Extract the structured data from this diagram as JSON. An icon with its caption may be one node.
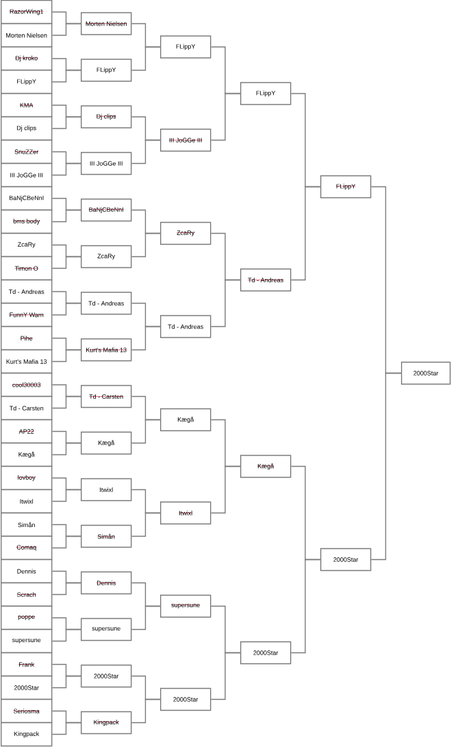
{
  "diagram": {
    "nodes": [
      {
        "text": [
          "RazorWing1"
        ]
      },
      {
        "text": [
          "Morten Nielsen"
        ]
      },
      {
        "text": [
          "Dj kroko"
        ]
      },
      {
        "text": [
          "FLippY"
        ]
      },
      {
        "text": [
          "KMA"
        ]
      },
      {
        "text": [
          "Dj clips"
        ]
      },
      {
        "text": [
          "SnuZZer"
        ]
      },
      {
        "text": [
          "III JoGGe III"
        ]
      },
      {
        "text": [
          "BaNjCBeNnI"
        ]
      },
      {
        "text": [
          "bms body"
        ]
      },
      {
        "text": [
          "ZcaRy"
        ]
      },
      {
        "text": [
          "Timon O"
        ]
      },
      {
        "text": [
          "Td - Andreas"
        ]
      },
      {
        "text": [
          "FunnY Warn"
        ]
      },
      {
        "text": [
          "Pihe"
        ]
      },
      {
        "text": [
          "Kurt's Mafia 13"
        ]
      },
      {
        "text": [
          "cool30003"
        ]
      },
      {
        "text": [
          "Td - Carsten"
        ]
      },
      {
        "text": [
          "AP22"
        ]
      },
      {
        "text": [
          "Kægå"
        ]
      },
      {
        "text": [
          "lovboy"
        ]
      },
      {
        "text": [
          "Itwixl"
        ]
      },
      {
        "text": [
          "Simån"
        ]
      },
      {
        "text": [
          "Comaq"
        ]
      },
      {
        "text": [
          "Dennis"
        ]
      },
      {
        "text": [
          "Scrach"
        ]
      },
      {
        "text": [
          "poppe"
        ]
      },
      {
        "text": [
          "supersune"
        ]
      },
      {
        "text": [
          "Frank"
        ]
      },
      {
        "text": [
          "2000Star"
        ]
      },
      {
        "text": [
          "Seriosma"
        ]
      },
      {
        "text": [
          "Kingpack"
        ]
      },
      {
        "text": [
          "Morten Nielsen"
        ]
      },
      {
        "text": [
          "FLippY"
        ]
      },
      {
        "text": [
          "Dj clips"
        ]
      },
      {
        "text": [
          "III JoGGe III"
        ]
      },
      {
        "text": [
          "BaNjCBeNnI"
        ]
      },
      {
        "text": [
          "ZcaRy"
        ]
      },
      {
        "text": [
          "Td - Andreas"
        ]
      },
      {
        "text": [
          "Kurt's Mafia 13"
        ]
      },
      {
        "text": [
          "Td - Carsten"
        ]
      },
      {
        "text": [
          "Kægå"
        ]
      },
      {
        "text": [
          "Itwixl"
        ]
      },
      {
        "text": [
          "Simån"
        ]
      },
      {
        "text": [
          "Dennis"
        ]
      },
      {
        "text": [
          "supersune"
        ]
      },
      {
        "text": [
          "2000Star"
        ]
      },
      {
        "text": [
          "Kingpack"
        ]
      },
      {
        "text": [
          "FLippY"
        ]
      },
      {
        "text": [
          "III JoGGe III"
        ]
      },
      {
        "text": [
          "ZcaRy"
        ]
      },
      {
        "text": [
          "Td - Andreas"
        ]
      },
      {
        "text": [
          "Kægå"
        ]
      },
      {
        "text": [
          "Itwixl"
        ]
      },
      {
        "text": [
          "supersune"
        ]
      },
      {
        "text": [
          "2000Star"
        ]
      },
      {
        "text": [
          "FLippY"
        ]
      },
      {
        "text": [
          "Td - Andreas"
        ]
      },
      {
        "text": [
          "Kægå"
        ]
      },
      {
        "text": [
          "2000Star"
        ]
      },
      {
        "text": [
          "FLippY"
        ]
      },
      {
        "text": [
          "2000Star"
        ]
      },
      {
        "text": [
          "2000Star"
        ]
      }
    ],
    "edges": [
      {
        "from": 0,
        "to": 32,
        "arrow": "none"
      },
      {
        "from": 1,
        "to": 32,
        "arrow": "none"
      },
      {
        "from": 2,
        "to": 33,
        "arrow": "none"
      },
      {
        "from": 3,
        "to": 33,
        "arrow": "none"
      },
      {
        "from": 4,
        "to": 34,
        "arrow": "none"
      },
      {
        "from": 5,
        "to": 34,
        "arrow": "none"
      },
      {
        "from": 6,
        "to": 35,
        "arrow": "none"
      },
      {
        "from": 7,
        "to": 35,
        "arrow": "none"
      },
      {
        "from": 8,
        "to": 36,
        "arrow": "none"
      },
      {
        "from": 9,
        "to": 36,
        "arrow": "none"
      },
      {
        "from": 10,
        "to": 37,
        "arrow": "none"
      },
      {
        "from": 11,
        "to": 37,
        "arrow": "none"
      },
      {
        "from": 12,
        "to": 38,
        "arrow": "none"
      },
      {
        "from": 13,
        "to": 38,
        "arrow": "none"
      },
      {
        "from": 14,
        "to": 39,
        "arrow": "none"
      },
      {
        "from": 15,
        "to": 39,
        "arrow": "none"
      },
      {
        "from": 16,
        "to": 40,
        "arrow": "none"
      },
      {
        "from": 17,
        "to": 40,
        "arrow": "none"
      },
      {
        "from": 18,
        "to": 41,
        "arrow": "none"
      },
      {
        "from": 19,
        "to": 41,
        "arrow": "none"
      },
      {
        "from": 20,
        "to": 42,
        "arrow": "none"
      },
      {
        "from": 21,
        "to": 42,
        "arrow": "none"
      },
      {
        "from": 22,
        "to": 43,
        "arrow": "none"
      },
      {
        "from": 23,
        "to": 43,
        "arrow": "none"
      },
      {
        "from": 24,
        "to": 44,
        "arrow": "none"
      },
      {
        "from": 25,
        "to": 44,
        "arrow": "none"
      },
      {
        "from": 26,
        "to": 45,
        "arrow": "none"
      },
      {
        "from": 27,
        "to": 45,
        "arrow": "none"
      },
      {
        "from": 28,
        "to": 46,
        "arrow": "none"
      },
      {
        "from": 29,
        "to": 46,
        "arrow": "none"
      },
      {
        "from": 30,
        "to": 47,
        "arrow": "none"
      },
      {
        "from": 31,
        "to": 47,
        "arrow": "none"
      },
      {
        "from": 32,
        "to": 48,
        "arrow": "none"
      },
      {
        "from": 33,
        "to": 48,
        "arrow": "none"
      },
      {
        "from": 34,
        "to": 49,
        "arrow": "none"
      },
      {
        "from": 35,
        "to": 49,
        "arrow": "none"
      },
      {
        "from": 36,
        "to": 50,
        "arrow": "none"
      },
      {
        "from": 37,
        "to": 50,
        "arrow": "none"
      },
      {
        "from": 38,
        "to": 51,
        "arrow": "none"
      },
      {
        "from": 39,
        "to": 51,
        "arrow": "none"
      },
      {
        "from": 40,
        "to": 52,
        "arrow": "none"
      },
      {
        "from": 41,
        "to": 52,
        "arrow": "none"
      },
      {
        "from": 42,
        "to": 53,
        "arrow": "none"
      },
      {
        "from": 43,
        "to": 53,
        "arrow": "none"
      },
      {
        "from": 44,
        "to": 54,
        "arrow": "none"
      },
      {
        "from": 45,
        "to": 54,
        "arrow": "none"
      },
      {
        "from": 46,
        "to": 55,
        "arrow": "none"
      },
      {
        "from": 47,
        "to": 55,
        "arrow": "none"
      },
      {
        "from": 48,
        "to": 56,
        "arrow": "none"
      },
      {
        "from": 49,
        "to": 56,
        "arrow": "none"
      },
      {
        "from": 50,
        "to": 57,
        "arrow": "none"
      },
      {
        "from": 51,
        "to": 57,
        "arrow": "none"
      },
      {
        "from": 52,
        "to": 58,
        "arrow": "none"
      },
      {
        "from": 53,
        "to": 58,
        "arrow": "none"
      },
      {
        "from": 54,
        "to": 59,
        "arrow": "none"
      },
      {
        "from": 55,
        "to": 59,
        "arrow": "none"
      },
      {
        "from": 56,
        "to": 60,
        "arrow": "none"
      },
      {
        "from": 57,
        "to": 60,
        "arrow": "none"
      },
      {
        "from": 58,
        "to": 61,
        "arrow": "none"
      },
      {
        "from": 59,
        "to": 61,
        "arrow": "none"
      },
      {
        "from": 60,
        "to": 62,
        "arrow": "none"
      },
      {
        "from": 61,
        "to": 62,
        "arrow": "none"
      }
    ]
  }
}
